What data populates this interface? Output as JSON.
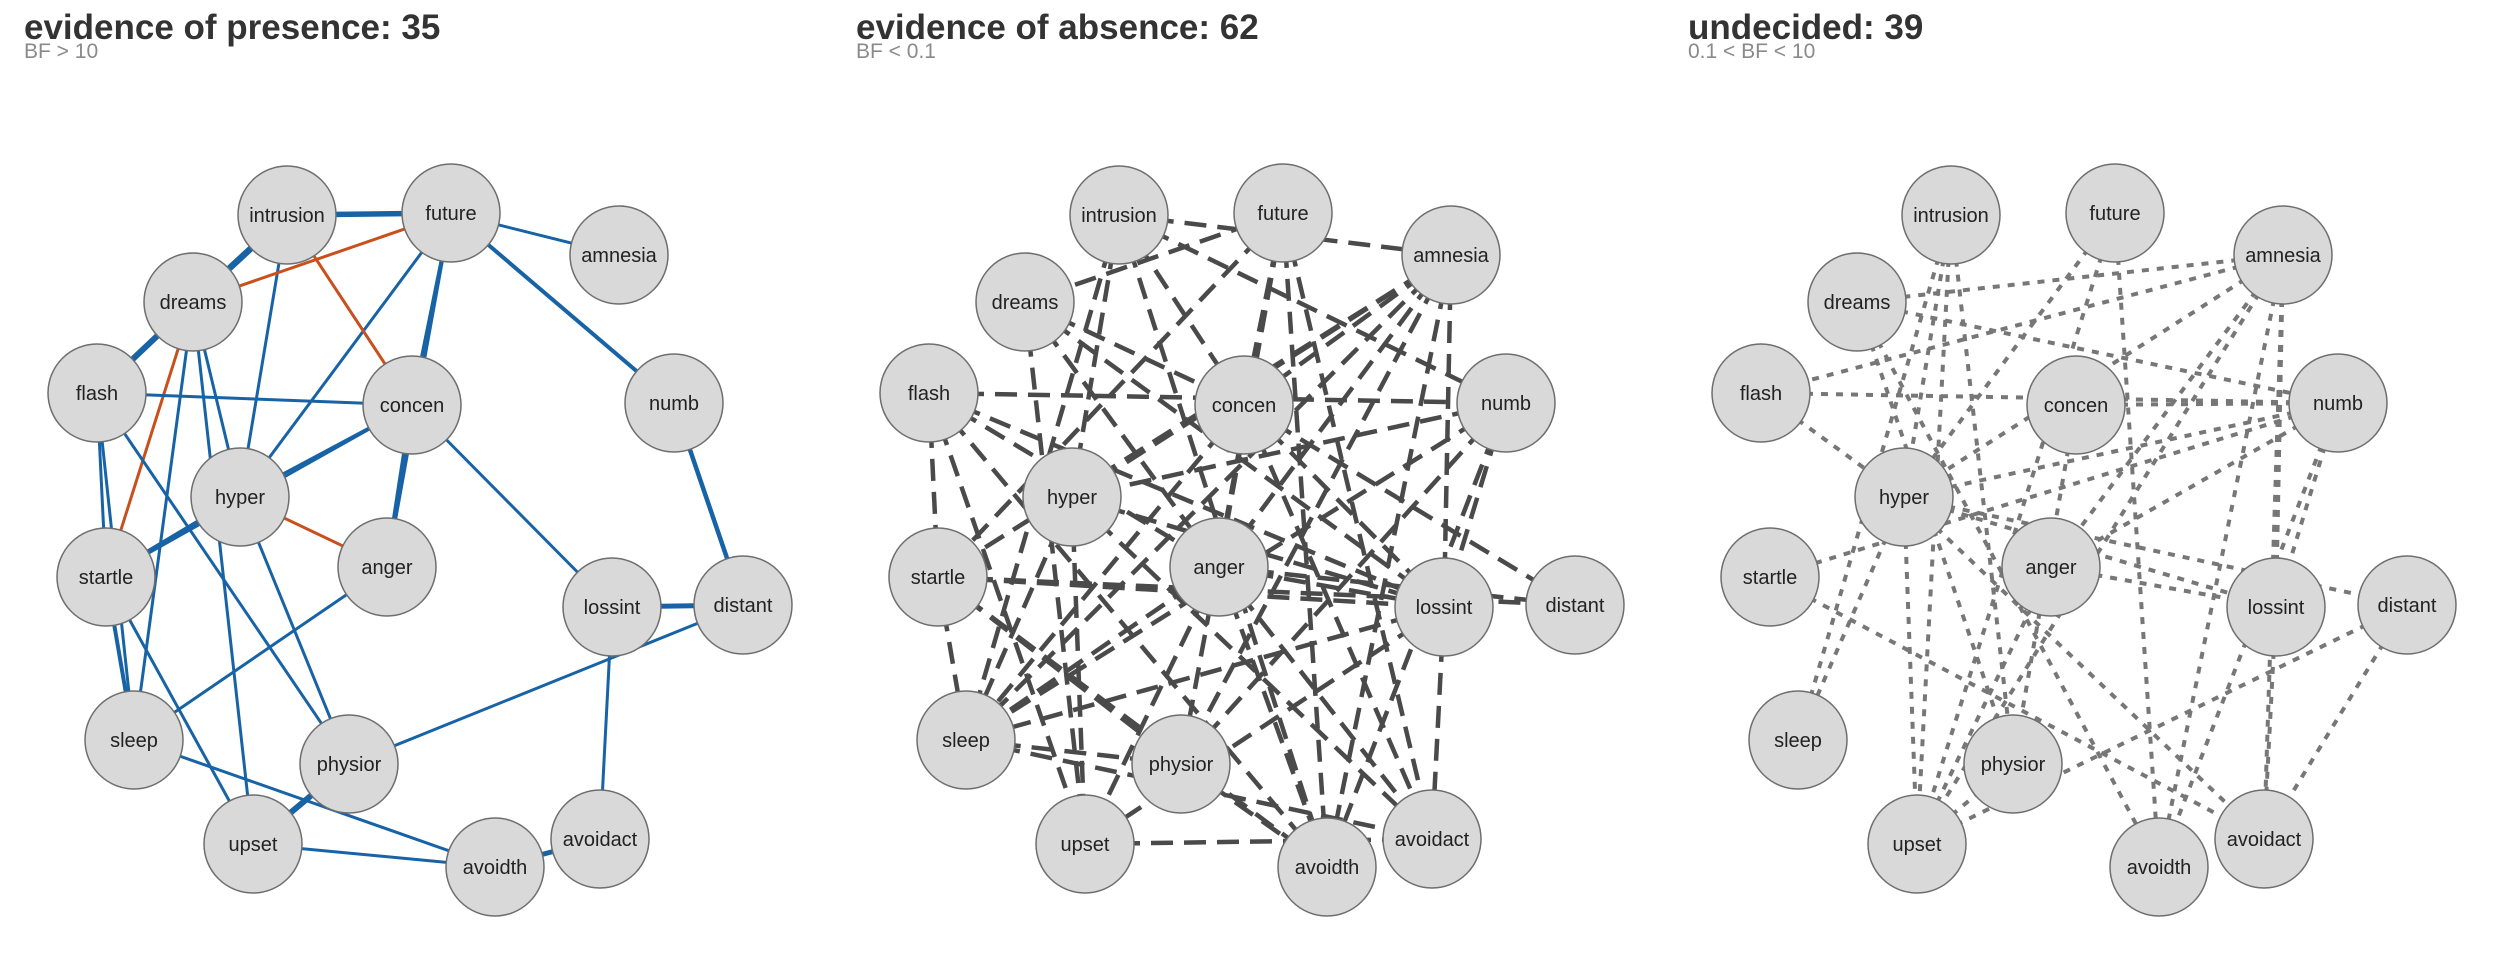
{
  "panels": [
    {
      "id": "presence",
      "title": "evidence of presence: 35",
      "subtitle": "BF > 10",
      "edge_style": "solid",
      "edges": [
        [
          "intrusion",
          "future",
          "blue",
          5.5
        ],
        [
          "intrusion",
          "dreams",
          "blue",
          6.5
        ],
        [
          "intrusion",
          "hyper",
          "blue",
          3
        ],
        [
          "dreams",
          "flash",
          "blue",
          6
        ],
        [
          "dreams",
          "future",
          "orange",
          3
        ],
        [
          "dreams",
          "hyper",
          "blue",
          3
        ],
        [
          "dreams",
          "startle",
          "orange",
          3
        ],
        [
          "dreams",
          "sleep",
          "blue",
          3
        ],
        [
          "dreams",
          "upset",
          "blue",
          3
        ],
        [
          "future",
          "amnesia",
          "blue",
          3
        ],
        [
          "future",
          "numb",
          "blue",
          4
        ],
        [
          "future",
          "concen",
          "blue",
          3.5
        ],
        [
          "future",
          "hyper",
          "blue",
          3
        ],
        [
          "future",
          "anger",
          "blue",
          3
        ],
        [
          "intrusion",
          "concen",
          "orange",
          3
        ],
        [
          "flash",
          "concen",
          "blue",
          3
        ],
        [
          "flash",
          "startle",
          "blue",
          3
        ],
        [
          "flash",
          "physior",
          "blue",
          3
        ],
        [
          "flash",
          "sleep",
          "blue",
          3
        ],
        [
          "concen",
          "hyper",
          "blue",
          3
        ],
        [
          "concen",
          "anger",
          "blue",
          5
        ],
        [
          "concen",
          "lossint",
          "blue",
          3
        ],
        [
          "concen",
          "startle",
          "blue",
          3
        ],
        [
          "hyper",
          "startle",
          "blue",
          5
        ],
        [
          "hyper",
          "anger",
          "orange",
          3
        ],
        [
          "hyper",
          "physior",
          "blue",
          3
        ],
        [
          "startle",
          "sleep",
          "blue",
          4
        ],
        [
          "startle",
          "upset",
          "blue",
          3
        ],
        [
          "sleep",
          "anger",
          "blue",
          3
        ],
        [
          "sleep",
          "avoidth",
          "blue",
          3
        ],
        [
          "physior",
          "upset",
          "blue",
          6
        ],
        [
          "physior",
          "distant",
          "blue",
          3
        ],
        [
          "upset",
          "avoidth",
          "blue",
          3
        ],
        [
          "avoidth",
          "avoidact",
          "blue",
          5
        ],
        [
          "avoidact",
          "lossint",
          "blue",
          3
        ],
        [
          "lossint",
          "distant",
          "blue",
          5
        ],
        [
          "numb",
          "distant",
          "blue",
          4.5
        ]
      ]
    },
    {
      "id": "absence",
      "title": "evidence of absence: 62",
      "subtitle": "BF < 0.1",
      "edge_style": "dashed",
      "edges": [
        [
          "intrusion",
          "amnesia"
        ],
        [
          "intrusion",
          "concen"
        ],
        [
          "intrusion",
          "hyper"
        ],
        [
          "intrusion",
          "numb"
        ],
        [
          "intrusion",
          "avoidth"
        ],
        [
          "intrusion",
          "sleep"
        ],
        [
          "dreams",
          "concen"
        ],
        [
          "dreams",
          "anger"
        ],
        [
          "dreams",
          "lossint"
        ],
        [
          "dreams",
          "upset"
        ],
        [
          "future",
          "dreams"
        ],
        [
          "future",
          "concen"
        ],
        [
          "future",
          "anger"
        ],
        [
          "future",
          "avoidth"
        ],
        [
          "future",
          "avoidact"
        ],
        [
          "future",
          "startle"
        ],
        [
          "future",
          "physior"
        ],
        [
          "amnesia",
          "concen"
        ],
        [
          "amnesia",
          "hyper"
        ],
        [
          "amnesia",
          "anger"
        ],
        [
          "amnesia",
          "startle"
        ],
        [
          "amnesia",
          "lossint"
        ],
        [
          "amnesia",
          "avoidth"
        ],
        [
          "amnesia",
          "physior"
        ],
        [
          "amnesia",
          "sleep"
        ],
        [
          "flash",
          "numb"
        ],
        [
          "flash",
          "anger"
        ],
        [
          "flash",
          "startle"
        ],
        [
          "flash",
          "lossint"
        ],
        [
          "flash",
          "upset"
        ],
        [
          "flash",
          "avoidth"
        ],
        [
          "concen",
          "sleep"
        ],
        [
          "concen",
          "lossint"
        ],
        [
          "concen",
          "distant"
        ],
        [
          "concen",
          "avoidact"
        ],
        [
          "numb",
          "lossint"
        ],
        [
          "numb",
          "hyper"
        ],
        [
          "numb",
          "sleep"
        ],
        [
          "numb",
          "physior"
        ],
        [
          "numb",
          "avoidth"
        ],
        [
          "hyper",
          "lossint"
        ],
        [
          "hyper",
          "avoidact"
        ],
        [
          "hyper",
          "sleep"
        ],
        [
          "hyper",
          "upset"
        ],
        [
          "startle",
          "lossint"
        ],
        [
          "startle",
          "distant"
        ],
        [
          "startle",
          "physior"
        ],
        [
          "startle",
          "sleep"
        ],
        [
          "startle",
          "avoidth"
        ],
        [
          "anger",
          "distant"
        ],
        [
          "anger",
          "lossint"
        ],
        [
          "anger",
          "upset"
        ],
        [
          "anger",
          "avoidth"
        ],
        [
          "anger",
          "avoidact"
        ],
        [
          "anger",
          "sleep"
        ],
        [
          "lossint",
          "avoidact"
        ],
        [
          "lossint",
          "sleep"
        ],
        [
          "lossint",
          "upset"
        ],
        [
          "sleep",
          "physior"
        ],
        [
          "sleep",
          "avoidact"
        ],
        [
          "upset",
          "avoidact"
        ],
        [
          "physior",
          "avoidth"
        ]
      ]
    },
    {
      "id": "undecided",
      "title": "undecided: 39",
      "subtitle": "0.1 < BF < 10",
      "edge_style": "dotted",
      "edges": [
        [
          "intrusion",
          "hyper"
        ],
        [
          "intrusion",
          "upset"
        ],
        [
          "intrusion",
          "physior"
        ],
        [
          "future",
          "hyper"
        ],
        [
          "future",
          "upset"
        ],
        [
          "future",
          "avoidth"
        ],
        [
          "amnesia",
          "dreams"
        ],
        [
          "amnesia",
          "flash"
        ],
        [
          "amnesia",
          "hyper"
        ],
        [
          "amnesia",
          "anger"
        ],
        [
          "amnesia",
          "lossint"
        ],
        [
          "amnesia",
          "avoidact"
        ],
        [
          "amnesia",
          "avoidth"
        ],
        [
          "amnesia",
          "upset"
        ],
        [
          "dreams",
          "numb"
        ],
        [
          "dreams",
          "avoidth"
        ],
        [
          "dreams",
          "physior"
        ],
        [
          "flash",
          "hyper"
        ],
        [
          "flash",
          "numb"
        ],
        [
          "concen",
          "numb"
        ],
        [
          "concen",
          "physior"
        ],
        [
          "numb",
          "hyper"
        ],
        [
          "numb",
          "anger"
        ],
        [
          "numb",
          "lossint"
        ],
        [
          "numb",
          "startle"
        ],
        [
          "numb",
          "avoidth"
        ],
        [
          "hyper",
          "distant"
        ],
        [
          "hyper",
          "upset"
        ],
        [
          "hyper",
          "avoidact"
        ],
        [
          "hyper",
          "sleep"
        ],
        [
          "hyper",
          "lossint"
        ],
        [
          "anger",
          "lossint"
        ],
        [
          "anger",
          "upset"
        ],
        [
          "distant",
          "avoidact"
        ],
        [
          "distant",
          "upset"
        ],
        [
          "lossint",
          "avoidact"
        ],
        [
          "startle",
          "avoidact"
        ],
        [
          "sleep",
          "intrusion"
        ],
        [
          "upset",
          "physior"
        ]
      ]
    }
  ],
  "nodes": [
    {
      "id": "intrusion",
      "label": "intrusion"
    },
    {
      "id": "future",
      "label": "future"
    },
    {
      "id": "amnesia",
      "label": "amnesia"
    },
    {
      "id": "dreams",
      "label": "dreams"
    },
    {
      "id": "flash",
      "label": "flash"
    },
    {
      "id": "concen",
      "label": "concen"
    },
    {
      "id": "numb",
      "label": "numb"
    },
    {
      "id": "hyper",
      "label": "hyper"
    },
    {
      "id": "startle",
      "label": "startle"
    },
    {
      "id": "anger",
      "label": "anger"
    },
    {
      "id": "lossint",
      "label": "lossint"
    },
    {
      "id": "distant",
      "label": "distant"
    },
    {
      "id": "sleep",
      "label": "sleep"
    },
    {
      "id": "physior",
      "label": "physior"
    },
    {
      "id": "upset",
      "label": "upset"
    },
    {
      "id": "avoidact",
      "label": "avoidact"
    },
    {
      "id": "avoidth",
      "label": "avoidth"
    }
  ],
  "colors": {
    "blue": "#1763a6",
    "orange": "#c9501c",
    "dashed": "#4a4a4a",
    "dotted": "#777777",
    "node_fill": "#d9d9d9",
    "node_stroke": "#6e6e6e"
  }
}
